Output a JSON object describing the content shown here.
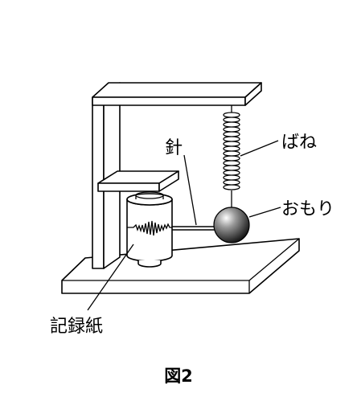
{
  "labels": {
    "needle": "針",
    "spring": "ばね",
    "weight": "おもり",
    "paper": "記録紙"
  },
  "caption": "図2"
}
